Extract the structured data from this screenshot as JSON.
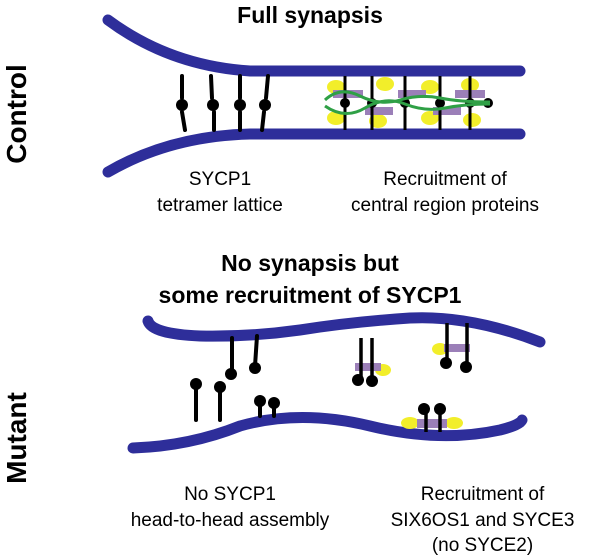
{
  "colors": {
    "axis": "#2e2e9a",
    "sycp1": "#000000",
    "central_purple": "#9b7fb8",
    "central_yellow": "#f2ee2a",
    "central_green": "#2fa046"
  },
  "control": {
    "side_label": "Control",
    "title": "Full synapsis",
    "left_caption_line1": "SYCP1",
    "left_caption_line2": "tetramer lattice",
    "right_caption_line1": "Recruitment of",
    "right_caption_line2": "central region proteins"
  },
  "mutant": {
    "side_label": "Mutant",
    "title_line1": "No synapsis but",
    "title_line2": "some recruitment of SYCP1",
    "left_caption_line1": "No SYCP1",
    "left_caption_line2": "head-to-head assembly",
    "right_caption_line1": "Recruitment of",
    "right_caption_line2": "SIX6OS1 and SYCE3",
    "right_caption_line3": "(no SYCE2)"
  }
}
